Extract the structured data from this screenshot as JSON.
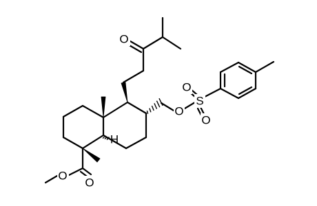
{
  "molecule": {
    "atoms": {
      "ketone_o": "O",
      "ester_o_methoxy": "O",
      "ester_o_carbonyl": "O",
      "sulfonate_o_ether": "O",
      "sulfonyl_s": "S",
      "sulfonyl_o_upper": "O",
      "sulfonyl_o_lower": "O",
      "ring_junction_h": "H"
    }
  }
}
